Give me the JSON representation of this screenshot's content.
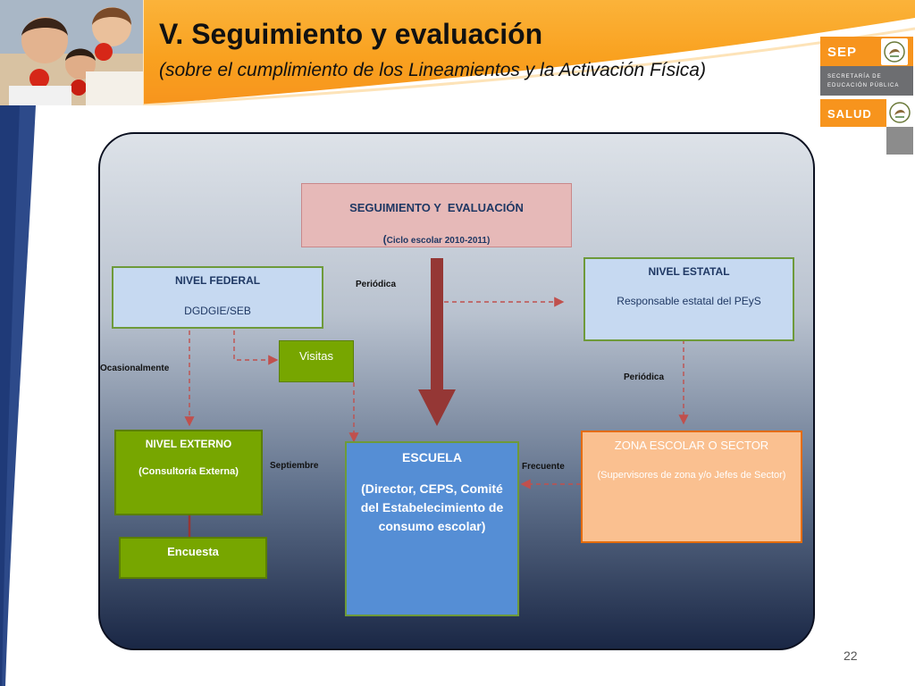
{
  "header": {
    "title": "V. Seguimiento y evaluación",
    "subtitle": "(sobre el cumplimiento de los Lineamientos y la Activación Física)"
  },
  "logos": {
    "sep": "SEP",
    "sep_line1": "SECRETARÍA DE",
    "sep_line2": "EDUCACIÓN PÚBLICA",
    "salud": "SALUD"
  },
  "diagram": {
    "top": {
      "title": "SEGUIMIENTO Y  EVALUACIÓN",
      "paren_open": "(",
      "sub": "Ciclo escolar 2010-2011)"
    },
    "federal": {
      "title": "NIVEL FEDERAL",
      "sub": "DGDGIE/SEB"
    },
    "estatal": {
      "title": "NIVEL ESTATAL",
      "sub": "Responsable estatal del PEyS"
    },
    "visitas": "Visitas",
    "externo": {
      "title": "NIVEL EXTERNO",
      "sub": "(Consultoría Externa)"
    },
    "encuesta": "Encuesta",
    "escuela": {
      "title": "ESCUELA",
      "sub": "(Director, CEPS, Comité del Estabelecimiento de consumo escolar)"
    },
    "zona": {
      "title": "ZONA ESCOLAR O SECTOR",
      "sub": "(Supervisores de zona y/o Jefes de Sector)"
    },
    "labels": {
      "periodica1": "Periódica",
      "ocasionalmente": "Ocasionalmente",
      "periodica2": "Periódica",
      "septiembre": "Septiembre",
      "frecuente": "Frecuente"
    }
  },
  "page_number": "22",
  "colors": {
    "header_orange": "#f7941d",
    "federal_fill": "#c6d9f1",
    "border_green": "#6e9a3a",
    "visitas_green": "#77a600",
    "escuela_blue": "#558ed5",
    "zona_fill": "#fac090",
    "zona_border": "#e46c0a",
    "top_fill": "#e6b9b8",
    "arrow_red": "#953735",
    "dash_red": "#c0504d"
  }
}
